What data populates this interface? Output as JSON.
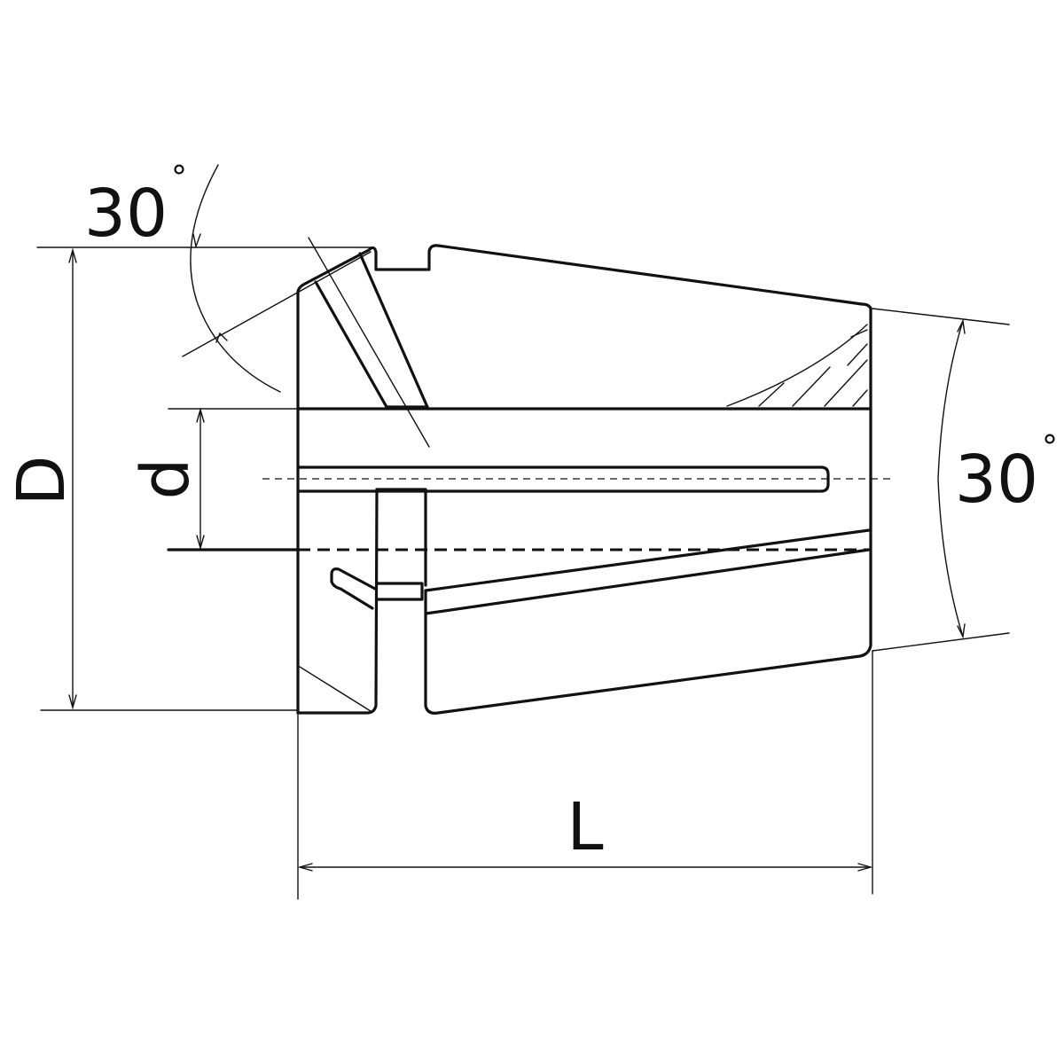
{
  "diagram": {
    "labels": {
      "top_angle": "30",
      "right_angle": "30",
      "degree_symbol": "°",
      "outer_diameter": "D",
      "inner_diameter": "d",
      "length": "L"
    }
  }
}
